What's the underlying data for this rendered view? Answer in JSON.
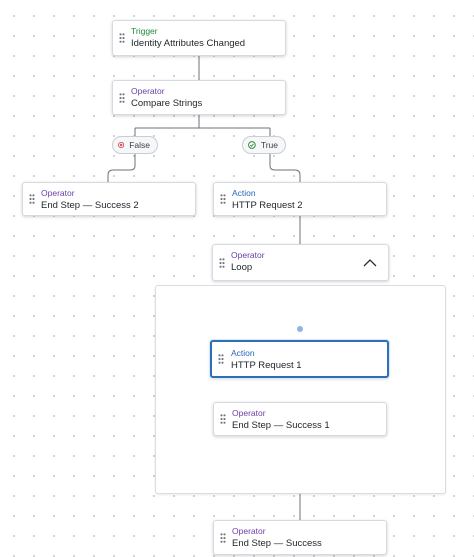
{
  "nodes": {
    "trigger": {
      "type": "Trigger",
      "name": "Identity Attributes Changed"
    },
    "compare": {
      "type": "Operator",
      "name": "Compare Strings"
    },
    "end_step_2": {
      "type": "Operator",
      "name": "End Step — Success 2"
    },
    "http_request_2": {
      "type": "Action",
      "name": "HTTP Request 2"
    },
    "loop": {
      "type": "Operator",
      "name": "Loop"
    },
    "http_request_1": {
      "type": "Action",
      "name": "HTTP Request 1"
    },
    "end_step_1": {
      "type": "Operator",
      "name": "End Step — Success 1"
    },
    "end_step": {
      "type": "Operator",
      "name": "End Step — Success"
    }
  },
  "branches": {
    "false_label": "False",
    "true_label": "True"
  },
  "colors": {
    "trigger": "#23893d",
    "operator": "#6b3fa8",
    "action": "#2668b8",
    "false_icon": "#d0343c",
    "true_icon": "#2e8b3e",
    "selected_border": "#2e6fb8"
  },
  "icons": {
    "drag": "drag-handle-icon",
    "collapse": "chevron-up-icon",
    "false": "x-circle-icon",
    "true": "check-circle-icon"
  }
}
